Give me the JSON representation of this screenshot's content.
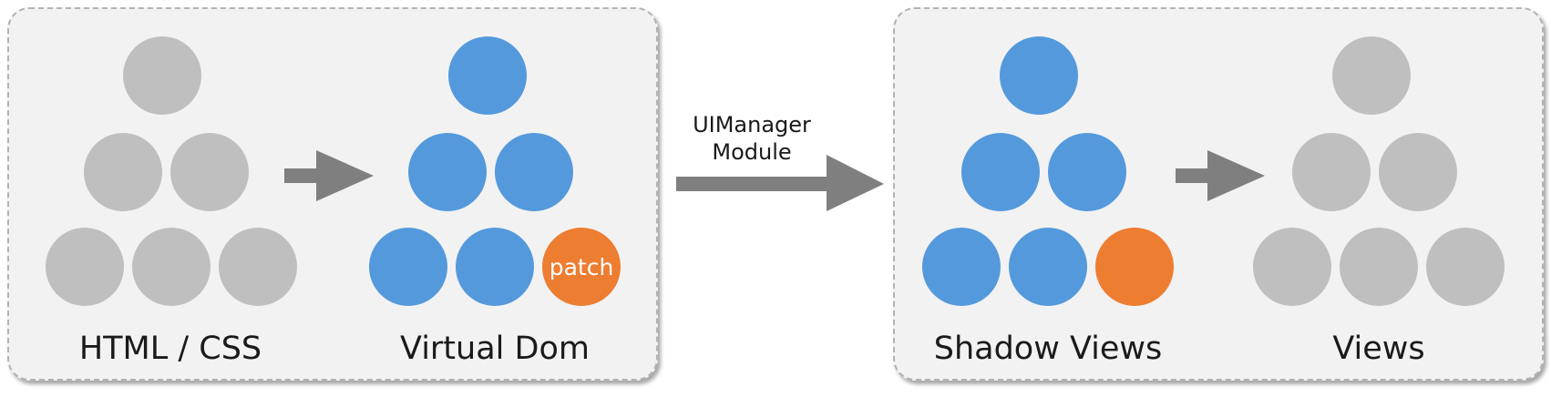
{
  "panels": [
    {
      "groups": [
        {
          "label": "HTML / CSS",
          "nodes": [
            "gray",
            "gray",
            "gray",
            "gray",
            "gray",
            "gray"
          ],
          "node_texts": [
            "",
            "",
            "",
            "",
            "",
            ""
          ]
        },
        {
          "label": "Virtual Dom",
          "nodes": [
            "blue",
            "blue",
            "blue",
            "blue",
            "blue",
            "orange"
          ],
          "node_texts": [
            "",
            "",
            "",
            "",
            "",
            "patch"
          ]
        }
      ]
    },
    {
      "groups": [
        {
          "label": "Shadow Views",
          "nodes": [
            "blue",
            "blue",
            "blue",
            "blue",
            "blue",
            "orange"
          ],
          "node_texts": [
            "",
            "",
            "",
            "",
            "",
            ""
          ]
        },
        {
          "label": "Views",
          "nodes": [
            "gray",
            "gray",
            "gray",
            "gray",
            "gray",
            "gray"
          ],
          "node_texts": [
            "",
            "",
            "",
            "",
            "",
            ""
          ]
        }
      ]
    }
  ],
  "connector": {
    "line1": "UIManager",
    "line2": "Module"
  },
  "colors": {
    "gray": "#bfbfbf",
    "blue": "#5499dc",
    "orange": "#ed7d31",
    "arrow": "#7f7f7f"
  }
}
